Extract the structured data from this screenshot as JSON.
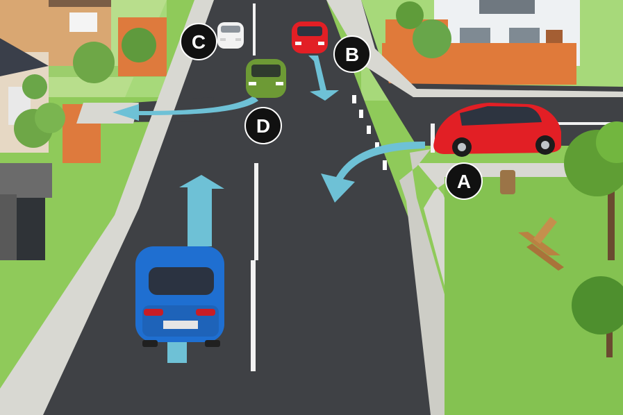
{
  "scene": {
    "labels": {
      "a": "A",
      "b": "B",
      "c": "C",
      "d": "D"
    },
    "colors": {
      "road": "#3f4145",
      "sidewalk": "#d8d8d2",
      "grass": "#8fca5a",
      "arrow": "#6ec1d6",
      "blue_car": "#1f6fd1",
      "red_car": "#e21f25",
      "green_car": "#6d9a35",
      "white_car": "#f2f2f2",
      "fence": "#e07a3a",
      "label_disc": "#111111"
    },
    "icons": [
      "arrow-straight",
      "arrow-left-turn",
      "arrow-right-turn",
      "arrow-down-turn"
    ]
  }
}
